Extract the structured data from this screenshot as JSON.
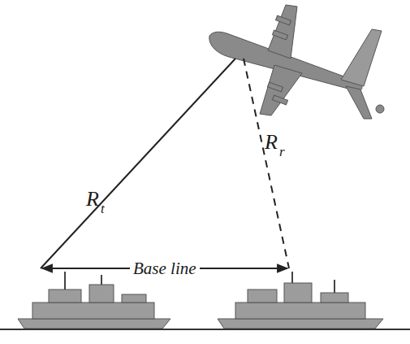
{
  "diagram": {
    "labels": [
      "R",
      "t",
      "R",
      "r",
      "Base line"
    ]
  }
}
